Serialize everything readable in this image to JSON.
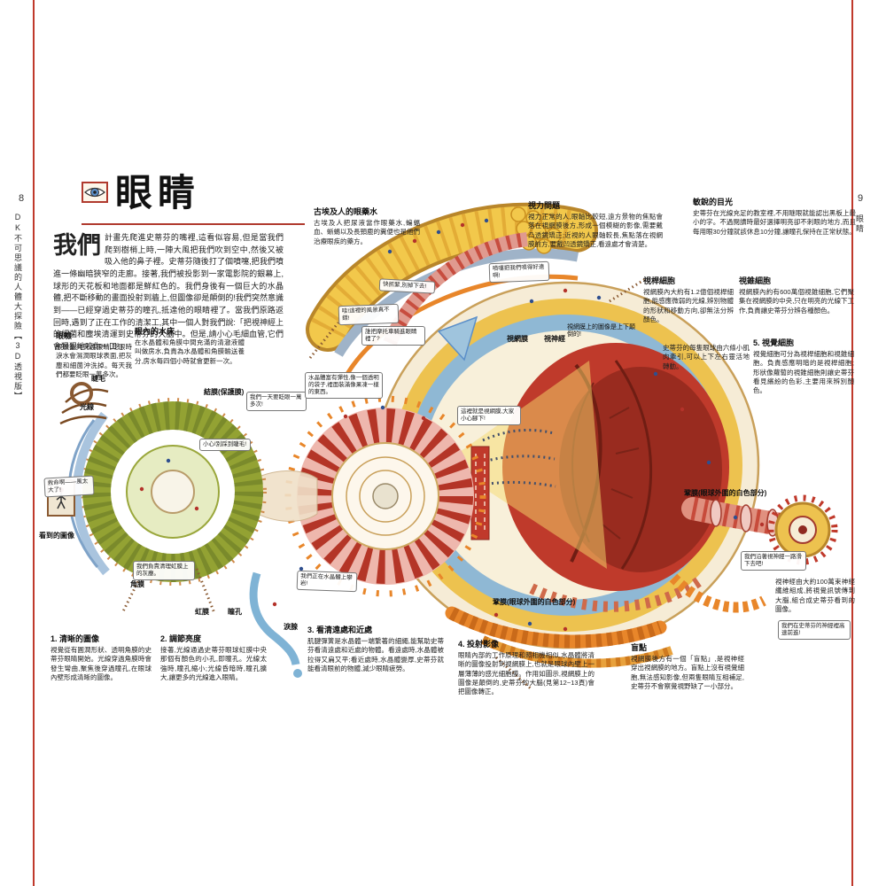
{
  "page": {
    "left_page_number": "8",
    "right_page_number": "9",
    "series_title": "DK不可思議的人體大探險【3D透視版】",
    "chapter_spine_title": "眼睛"
  },
  "header": {
    "title": "眼睛"
  },
  "intro": {
    "dropcap": "我們",
    "text": "計畫先爬進史蒂芬的嘴裡,這看似容易,但是當我們爬到樹梢上時,一陣大風把我們吹到空中,然後又被吸入他的鼻子裡。史蒂芬隨後打了個噴嚏,把我們噴進一條幽暗狹窄的走廊。接著,我們被投影到一家電影院的銀幕上,球形的天花板和地面都是鮮紅色的。我們身後有一個巨大的水晶體,把不斷移動的畫面投射到牆上,但圖像卻是顛倒的!我們突然意識到——已經穿過史蒂芬的瞳孔,抵達他的眼睛裡了。當我們原路返回時,遇到了正在工作的清潔工,其中一個人對我們說:「把視神經上的細菌和塵埃清運到史蒂芬的大腦中。但是,請小心毛細血管,它們會狠狠地咬你一口!」"
  },
  "annotations": [
    {
      "title": "眼瞼",
      "text": "眼瞼能夠保護眼睛,眨眼時淚水會濕潤眼球表面,把灰塵和細菌沖洗掉。每天我們都要眨眼一萬多次。"
    },
    {
      "title": "眼內的水床",
      "text": "在水晶體和角膜中間充滿的清澈液體叫做房水,負責為水晶體和角膜輸送養分,房水每四個小時就會更新一次。"
    },
    {
      "title": "古埃及人的眼藥水",
      "text": "古埃及人把尿液當作眼藥水,蝙蝠血、蜥蜴以及長頸鹿的糞便也是他們治療眼疾的藥方。"
    },
    {
      "title": "視力問題",
      "text": "視力正常的人,眼軸比較短,遠方景物的焦點會落在視網膜後方,形成一個模糊的影像,需要戴凸透鏡矯正;近視的人眼軸較長,焦點落在視網膜前方,要戴凹透鏡矯正,看遠處才會清楚。"
    },
    {
      "title": "敏銳的目光",
      "text": "史蒂芬在光線充足的教室裡,不用瞇眼就能認出黑板上最小的字。不過閱讀時最好選擇明亮卻不刺眼的地方,而且每用眼30分鐘就該休息10分鐘,讓瞳孔保持在正常狀態。"
    },
    {
      "title": "視桿細胞",
      "text": "視網膜內大約有1.2億個視桿細胞,能感應微弱的光線,辨別物體的形狀和移動方向,卻無法分辨顏色。"
    },
    {
      "title": "視錐細胞",
      "text": "視網膜內約有600萬個視錐細胞,它們聚集在視網膜的中央,只在明亮的光線下工作,負責讓史蒂芬分辨各種顏色。"
    },
    {
      "title": "5. 視覺細胞",
      "text": "視覺細胞可分為視桿細胞和視錐細胞。負責感應明暗的是視桿細胞;形狀像蘿蔔的視錐細胞則讓史蒂芬看見繽紛的色彩,主要用來辨別顏色。"
    },
    {
      "title": "1. 清晰的圖像",
      "text": "視覺從有圓潤形狀、透明角膜的史蒂芬眼睛開始。光線穿過角膜時會發生彎曲,聚焦後穿過瞳孔,在眼球內壁形成清晰的圖像。"
    },
    {
      "title": "2. 調節亮度",
      "text": "接著,光線通過史蒂芬眼球虹膜中央那個有顏色的小孔,即瞳孔。光線太強時,瞳孔縮小;光線昏暗時,瞳孔擴大,讓更多的光線進入眼睛。"
    },
    {
      "title": "3. 看清遠處和近處",
      "text": "肌腱彈簧是水晶體一端繫著的細繩,能幫助史蒂芬看清遠處和近處的物體。看遠處時,水晶體被拉得又扁又平;看近處時,水晶體變厚,史蒂芬就能看清眼前的物體,減少眼睛疲勞。"
    },
    {
      "title": "4. 投射影像",
      "text": "眼睛內部的工作原理和照相機相似,水晶體將清晰的圖像投射到視網膜上,也就是眼球內壁上一層薄薄的感光細胞膜。作用如圖示,視網膜上的圖像是顛倒的,史蒂芬的大腦(見第12~13頁)會把圖像轉正。"
    },
    {
      "title": "盲點",
      "text": "視網膜後方有一個「盲點」,是視神經穿出視網膜的地方。盲點上沒有視覺細胞,無法感知影像,但兩隻眼睛互相補足,史蒂芬不會察覺視野缺了一小部分。"
    },
    {
      "title": "",
      "text": "視神經由大約100萬束神經纖維組成,將視覺訊號傳到大腦,組合成史蒂芬看到的圖像。"
    },
    {
      "title": "",
      "text": "史蒂芬的每隻眼球由六條小肌肉牽引,可以上下左右靈活地轉動。"
    }
  ],
  "labels": [
    "睫毛",
    "光線",
    "結膜(保護膜)",
    "看到的圖像",
    "角膜",
    "虹膜",
    "瞳孔",
    "淚腺",
    "視網膜",
    "視神經",
    "鞏膜(眼球外圍的白色部分)",
    "鞏膜(眼球外圍的白色部分)",
    "視網膜上的圖像是上下顛倒的!"
  ],
  "bubbles": [
    "哇!這裡的風景真不錯!",
    "快抓緊,別掉下去!",
    "我們一天要眨眼一萬多次!",
    "水晶體富有彈性,像一個透明的袋子,裡面裝滿像果凍一樣的東西。",
    "小心!別踩到睫毛!",
    "救命啊——風太大了!",
    "我們負責清理虹膜上的灰塵。",
    "我們正在水晶體上攀岩!",
    "這裡就是視網膜,大家小心腳下!",
    "我們沿著視神經一路滑下去吧!",
    "我們在史蒂芬的神經裡高速前進!",
    "噴嚏把我們噴得好遠啊!",
    "誰把摩托車騎進眼睛裡了?"
  ],
  "colors": {
    "accent_red": "#b03a2e",
    "page_background": "#ffffff",
    "diagram_yellow": "#f2c84b",
    "diagram_orange": "#e8862a",
    "diagram_blue": "#8fb8d4",
    "diagram_deep_red": "#bf3a2b"
  }
}
